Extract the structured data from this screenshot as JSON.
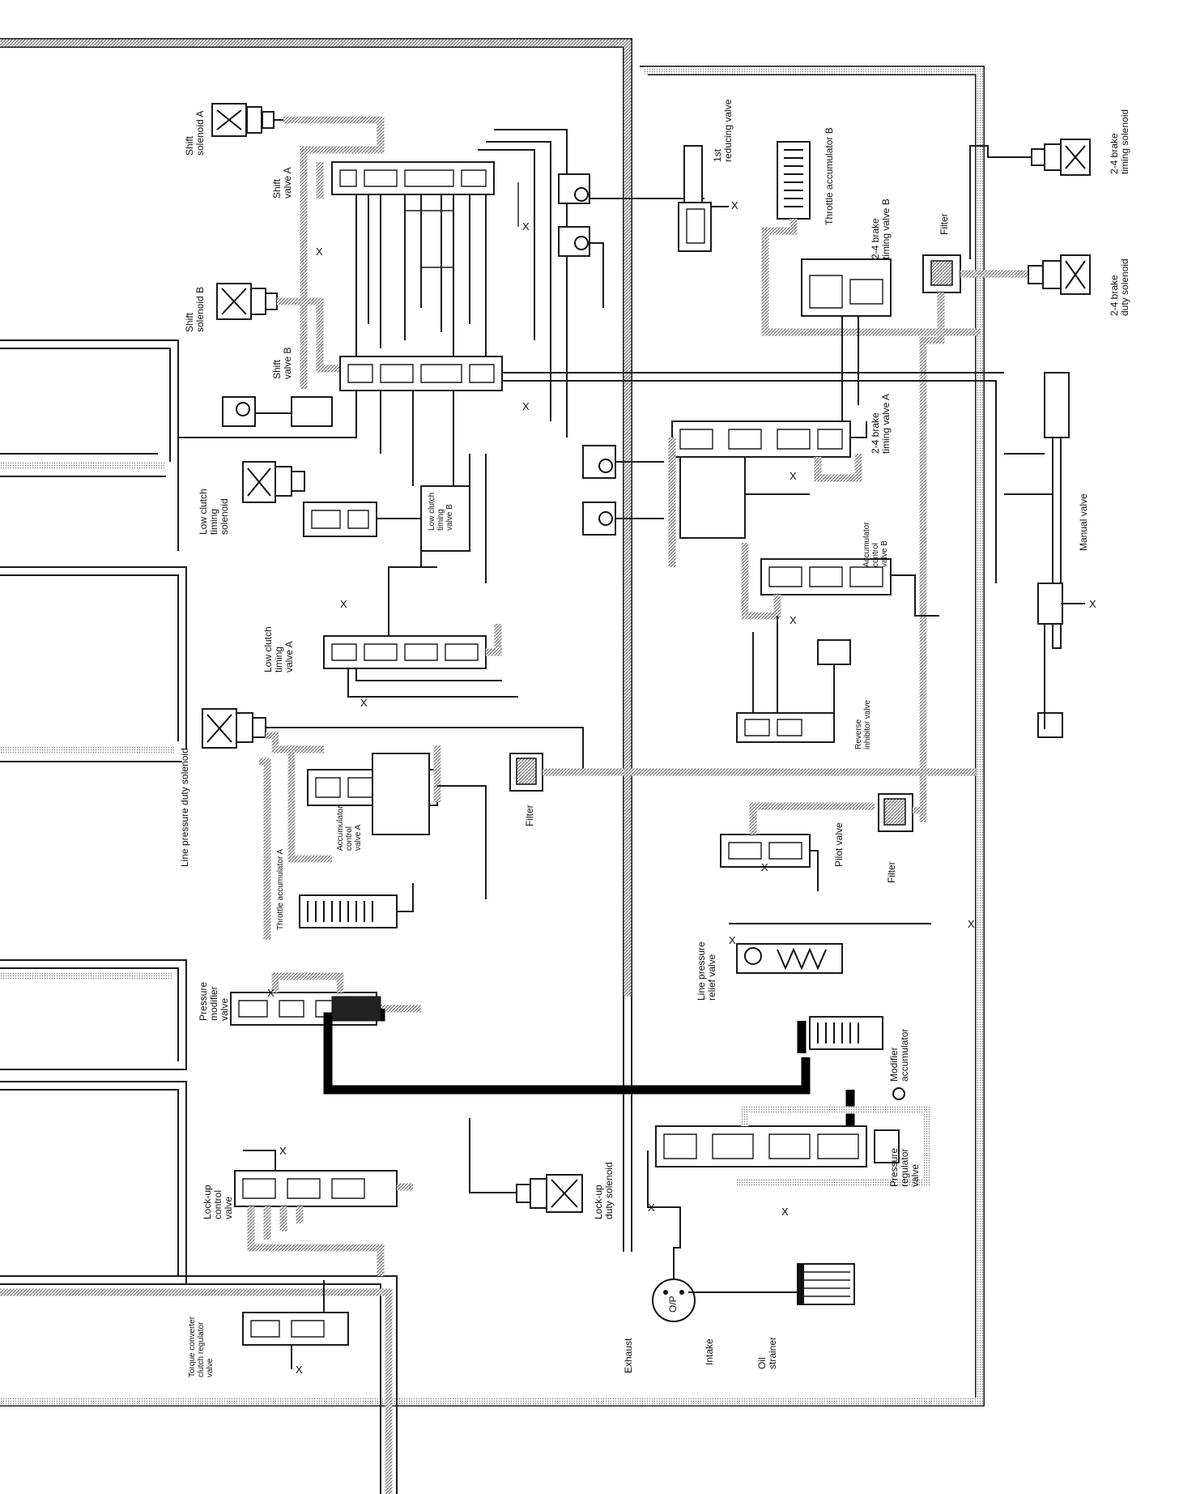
{
  "labels": {
    "shift_solenoid_a": [
      "Shift",
      "solenoid A"
    ],
    "shift_valve_a": [
      "Shift",
      "valve A"
    ],
    "shift_solenoid_b": [
      "Shift",
      "solenoid B"
    ],
    "shift_valve_b": [
      "Shift",
      "valve B"
    ],
    "first_reducing_valve": [
      "1st",
      "reducing valve"
    ],
    "throttle_accumulator_b": [
      "Throttle accumulator B"
    ],
    "brake_24_timing_solenoid": [
      "2-4 brake",
      "timing solenoid"
    ],
    "brake_24_timing_valve_b": [
      "2-4 brake",
      "timing valve B"
    ],
    "filter_top": [
      "Filter"
    ],
    "brake_24_duty_solenoid": [
      "2-4 brake",
      "duty solenoid"
    ],
    "brake_24_timing_valve_a": [
      "2-4 brake",
      "timing valve A"
    ],
    "low_clutch_timing_solenoid": [
      "Low clutch",
      "timing",
      "solenoid"
    ],
    "low_clutch_timing_valve_b": [
      "Low clutch",
      "timing",
      "valve B"
    ],
    "accumulator_control_valve_b": [
      "Accumulator",
      "control",
      "valve B"
    ],
    "manual_valve": [
      "Manual valve"
    ],
    "low_clutch_timing_valve_a": [
      "Low clutch",
      "timing",
      "valve A"
    ],
    "reverse_inhibitor_valve": [
      "Reverse",
      "inhibitor valve"
    ],
    "line_pressure_duty_solenoid": [
      "Line pressure duty solenoid"
    ],
    "filter_mid": [
      "Filter"
    ],
    "accumulator_control_valve_a": [
      "Accumulator",
      "control",
      "valve A"
    ],
    "throttle_accumulator_a": [
      "Throttle accumulator A"
    ],
    "pilot_valve": [
      "Pilot valve"
    ],
    "filter_right": [
      "Filter"
    ],
    "line_pressure_relief_valve": [
      "Line pressure",
      "relief valve"
    ],
    "pressure_modifier_valve": [
      "Pressure",
      "modifier",
      "valve"
    ],
    "modifier_accumulator": [
      "Modifier",
      "accumulator"
    ],
    "lock_up_control_valve": [
      "Lock-up",
      "control",
      "valve"
    ],
    "lock_up_duty_solenoid": [
      "Lock-up",
      "duty solenoid"
    ],
    "pressure_regulator_valve": [
      "Pressure",
      "regulator",
      "valve"
    ],
    "torque_converter_clutch_regulator_valve": [
      "Torque converter",
      "clutch regulator",
      "valve"
    ],
    "oil_pump": [
      "O/P"
    ],
    "exhaust": [
      "Exhaust"
    ],
    "intake": [
      "Intake"
    ],
    "oil_strainer": [
      "Oil",
      "strainer"
    ]
  },
  "drain_mark": "X",
  "colors": {
    "line": "#1b1b1b",
    "hatch": "#7a7a7a",
    "background": "#ffffff"
  }
}
